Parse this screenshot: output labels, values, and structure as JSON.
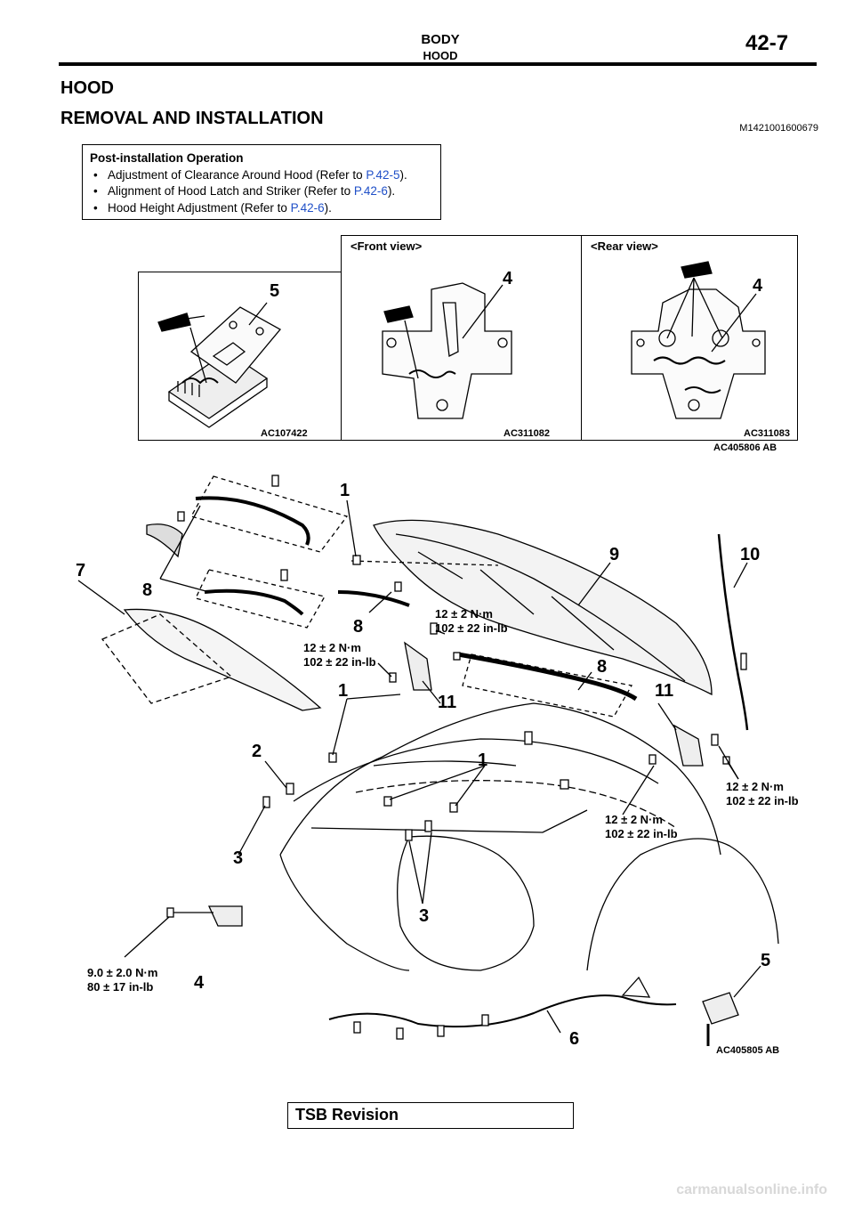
{
  "header": {
    "title": "BODY",
    "subtitle": "HOOD",
    "page_number": "42-7"
  },
  "section": {
    "title": "HOOD",
    "subtitle": "REMOVAL AND INSTALLATION",
    "code": "M1421001600679"
  },
  "post_install": {
    "title": "Post-installation Operation",
    "items": [
      {
        "text": "Adjustment of Clearance Around Hood (Refer to ",
        "link": "P.42-5",
        "tail": ")."
      },
      {
        "text": "Alignment of Hood Latch and Striker (Refer to ",
        "link": "P.42-6",
        "tail": ")."
      },
      {
        "text": "Hood Height Adjustment (Refer to ",
        "link": "P.42-6",
        "tail": ")."
      }
    ]
  },
  "top_figure": {
    "left_panel": {
      "callout": "5",
      "code": "AC107422"
    },
    "front_panel": {
      "label": "<Front view>",
      "callout": "4",
      "code": "AC311082"
    },
    "rear_panel": {
      "label": "<Rear view>",
      "callout": "4",
      "code": "AC311083"
    },
    "figure_code": "AC405806 AB"
  },
  "main_figure": {
    "callouts": {
      "c1a": "1",
      "c1b": "1",
      "c1c": "1",
      "c2": "2",
      "c3a": "3",
      "c3b": "3",
      "c4": "4",
      "c5": "5",
      "c6": "6",
      "c7": "7",
      "c8a": "8",
      "c8b": "8",
      "c8c": "8",
      "c9": "9",
      "c10": "10",
      "c11a": "11",
      "c11b": "11"
    },
    "torques": {
      "t1": {
        "nm": "12 ± 2 N·m",
        "lb": "102 ± 22 in-lb"
      },
      "t2": {
        "nm": "12 ± 2 N·m",
        "lb": "102 ± 22 in-lb"
      },
      "t3": {
        "nm": "12 ± 2 N·m",
        "lb": "102 ± 22 in-lb"
      },
      "t4": {
        "nm": "12 ± 2 N·m",
        "lb": "102 ± 22 in-lb"
      },
      "t5": {
        "nm": "9.0 ± 2.0 N·m",
        "lb": "80 ± 17 in-lb"
      }
    },
    "figure_code": "AC405805 AB"
  },
  "tsb": "TSB Revision",
  "footer": "carmanualsonline.info"
}
